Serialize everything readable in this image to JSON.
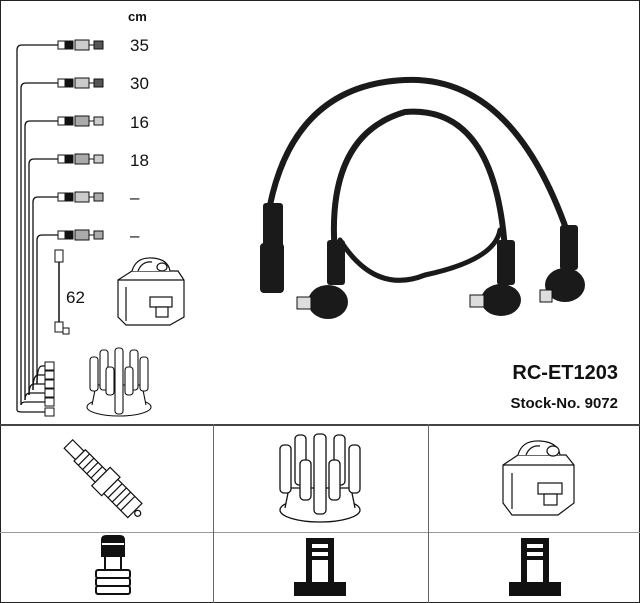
{
  "header": {
    "unit_label": "cm"
  },
  "product": {
    "model": "RC-ET1203",
    "stock_label": "Stock-No. 9072"
  },
  "cables": {
    "lengths": [
      "35",
      "30",
      "16",
      "18",
      "–",
      "–"
    ],
    "coil_lead_length": "62"
  },
  "components": {
    "top_row": [
      "spark-plug",
      "distributor-cap",
      "ignition-coil"
    ],
    "bottom_row": [
      "spark-plug-terminal",
      "distributor-terminal",
      "coil-terminal"
    ]
  },
  "colors": {
    "line": "#111111",
    "border": "#444444",
    "cable": "#1a1a1a"
  }
}
